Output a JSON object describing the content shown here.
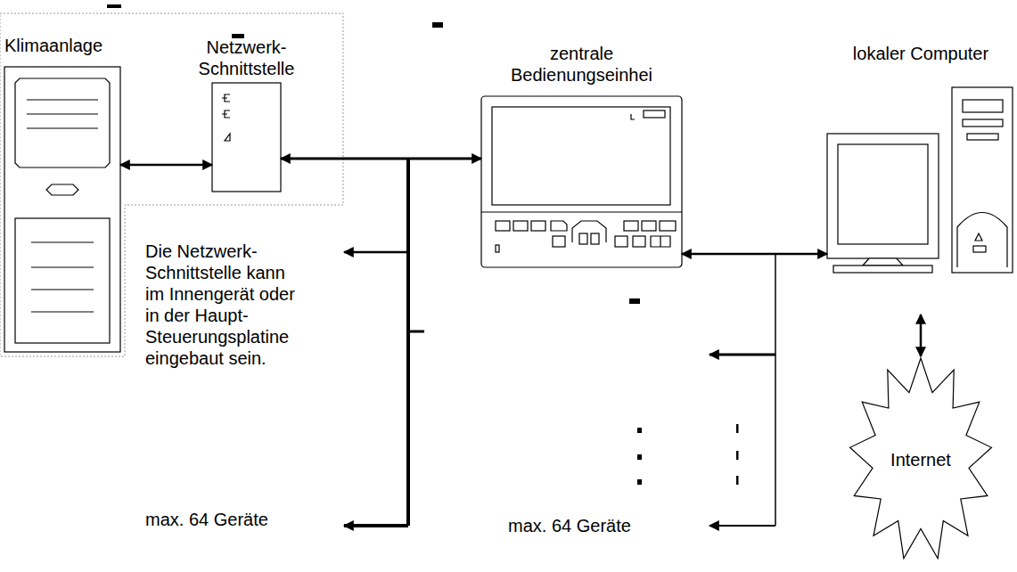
{
  "diagram": {
    "nodes": [
      {
        "text": [
          "Klimaanlage"
        ]
      },
      {
        "text": [
          "Netzwerk- Schnittstelle"
        ]
      },
      {
        "text": [
          "zentrale Bedienungseinhei"
        ]
      },
      {
        "text": [
          "lokaler Computer"
        ]
      },
      {
        "text": [
          "Internet"
        ]
      }
    ],
    "edges": [
      {
        "from": 0,
        "to": 1,
        "arrow": "both"
      },
      {
        "from": 1,
        "to": 2,
        "arrow": "both"
      },
      {
        "from": 2,
        "to": 3,
        "arrow": "both"
      },
      {
        "from": 3,
        "to": 4,
        "arrow": "both"
      }
    ],
    "labels": [
      "Die Netzwerk- Schnittstelle kann im Innengerät oder in der Haupt- Steuerungsplatine eingebaut sein.",
      "max. 64 Geräte",
      "max. 64 Geräte"
    ]
  }
}
